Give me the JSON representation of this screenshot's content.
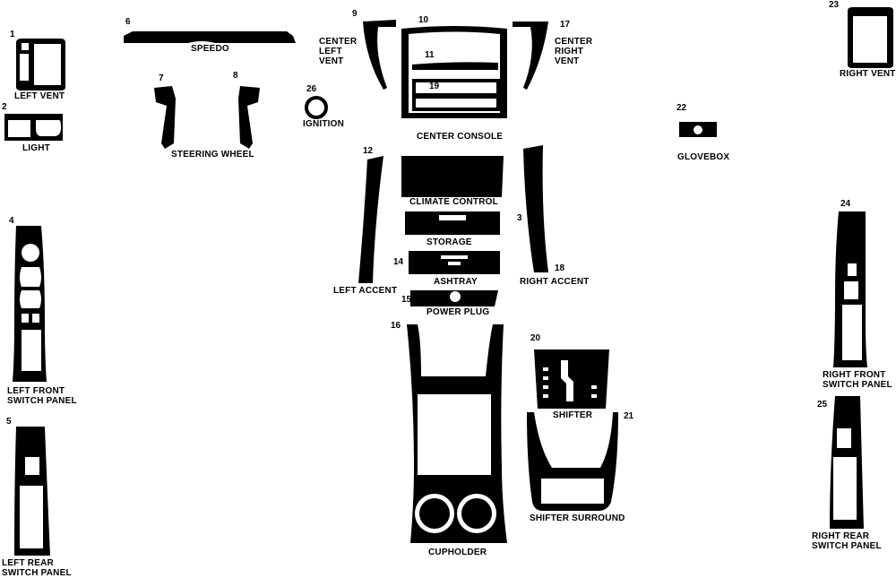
{
  "parts": [
    {
      "id": "p1",
      "number": "1",
      "label": "LEFT VENT"
    },
    {
      "id": "p2",
      "number": "2",
      "label": "LIGHT"
    },
    {
      "id": "p3",
      "number": "3",
      "label": ""
    },
    {
      "id": "p4",
      "number": "4",
      "label": "LEFT FRONT\nSWITCH PANEL"
    },
    {
      "id": "p5",
      "number": "5",
      "label": "LEFT REAR\nSWITCH PANEL"
    },
    {
      "id": "p6",
      "number": "6",
      "label": "SPEEDO"
    },
    {
      "id": "p7",
      "number": "7",
      "label": ""
    },
    {
      "id": "p8",
      "number": "8",
      "label": ""
    },
    {
      "id": "p9",
      "number": "9",
      "label": "CENTER\nLEFT\nVENT"
    },
    {
      "id": "p10",
      "number": "10",
      "label": "CENTER CONSOLE"
    },
    {
      "id": "p11",
      "number": "11",
      "label": ""
    },
    {
      "id": "p12",
      "number": "12",
      "label": "LEFT ACCENT"
    },
    {
      "id": "p14",
      "number": "14",
      "label": "ASHTRAY"
    },
    {
      "id": "p15",
      "number": "15",
      "label": "POWER PLUG"
    },
    {
      "id": "p16",
      "number": "16",
      "label": "CUPHOLDER"
    },
    {
      "id": "p17",
      "number": "17",
      "label": "CENTER\nRIGHT\nVENT"
    },
    {
      "id": "p18",
      "number": "18",
      "label": "RIGHT ACCENT"
    },
    {
      "id": "p19",
      "number": "19",
      "label": ""
    },
    {
      "id": "p20",
      "number": "20",
      "label": "SHIFTER"
    },
    {
      "id": "p21",
      "number": "21",
      "label": "SHIFTER SURROUND"
    },
    {
      "id": "p22",
      "number": "22",
      "label": "GLOVEBOX"
    },
    {
      "id": "p23",
      "number": "23",
      "label": "RIGHT VENT"
    },
    {
      "id": "p24",
      "number": "24",
      "label": "RIGHT FRONT\nSWITCH PANEL"
    },
    {
      "id": "p25",
      "number": "25",
      "label": "RIGHT REAR\nSWITCH PANEL"
    },
    {
      "id": "p26",
      "number": "26",
      "label": "IGNITION"
    }
  ],
  "extra_labels": {
    "steering_wheel": "STEERING WHEEL",
    "climate_control": "CLIMATE CONTROL",
    "storage": "STORAGE"
  }
}
